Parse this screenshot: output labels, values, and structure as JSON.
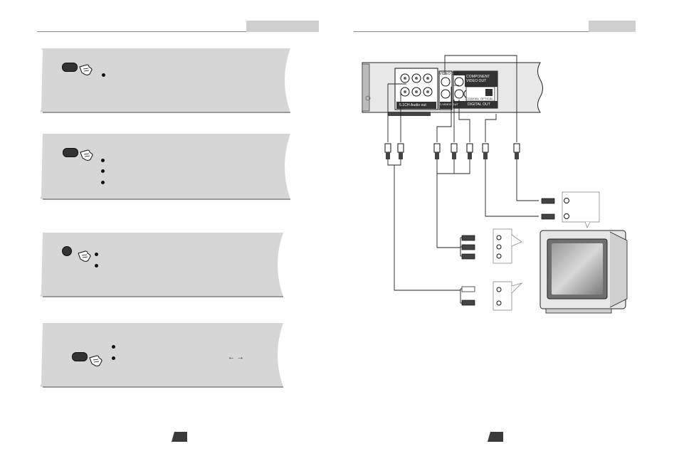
{
  "left_page": {
    "panels": [
      {
        "bullets": 1
      },
      {
        "bullets": 3
      },
      {
        "bullets": 2
      },
      {
        "bullets": 2
      }
    ],
    "arrow_glyphs": "← →"
  },
  "right_page": {
    "player_labels": {
      "audio_out": "5.1CH Audio out",
      "video_out": "VIDEO OUT",
      "component_video_out": "COMPONENT VIDEO OUT",
      "s_video_out": "S-VIDEO OUT",
      "coaxial": "COAXIAL",
      "optical": "OPTICAL",
      "digital_out": "DIGITAL OUT"
    }
  },
  "colors": {
    "panel_fill": "#d6d6d6",
    "header_box": "#cfcfcf",
    "rule": "#8a8a8a",
    "player_body": "#e8e8e8"
  }
}
